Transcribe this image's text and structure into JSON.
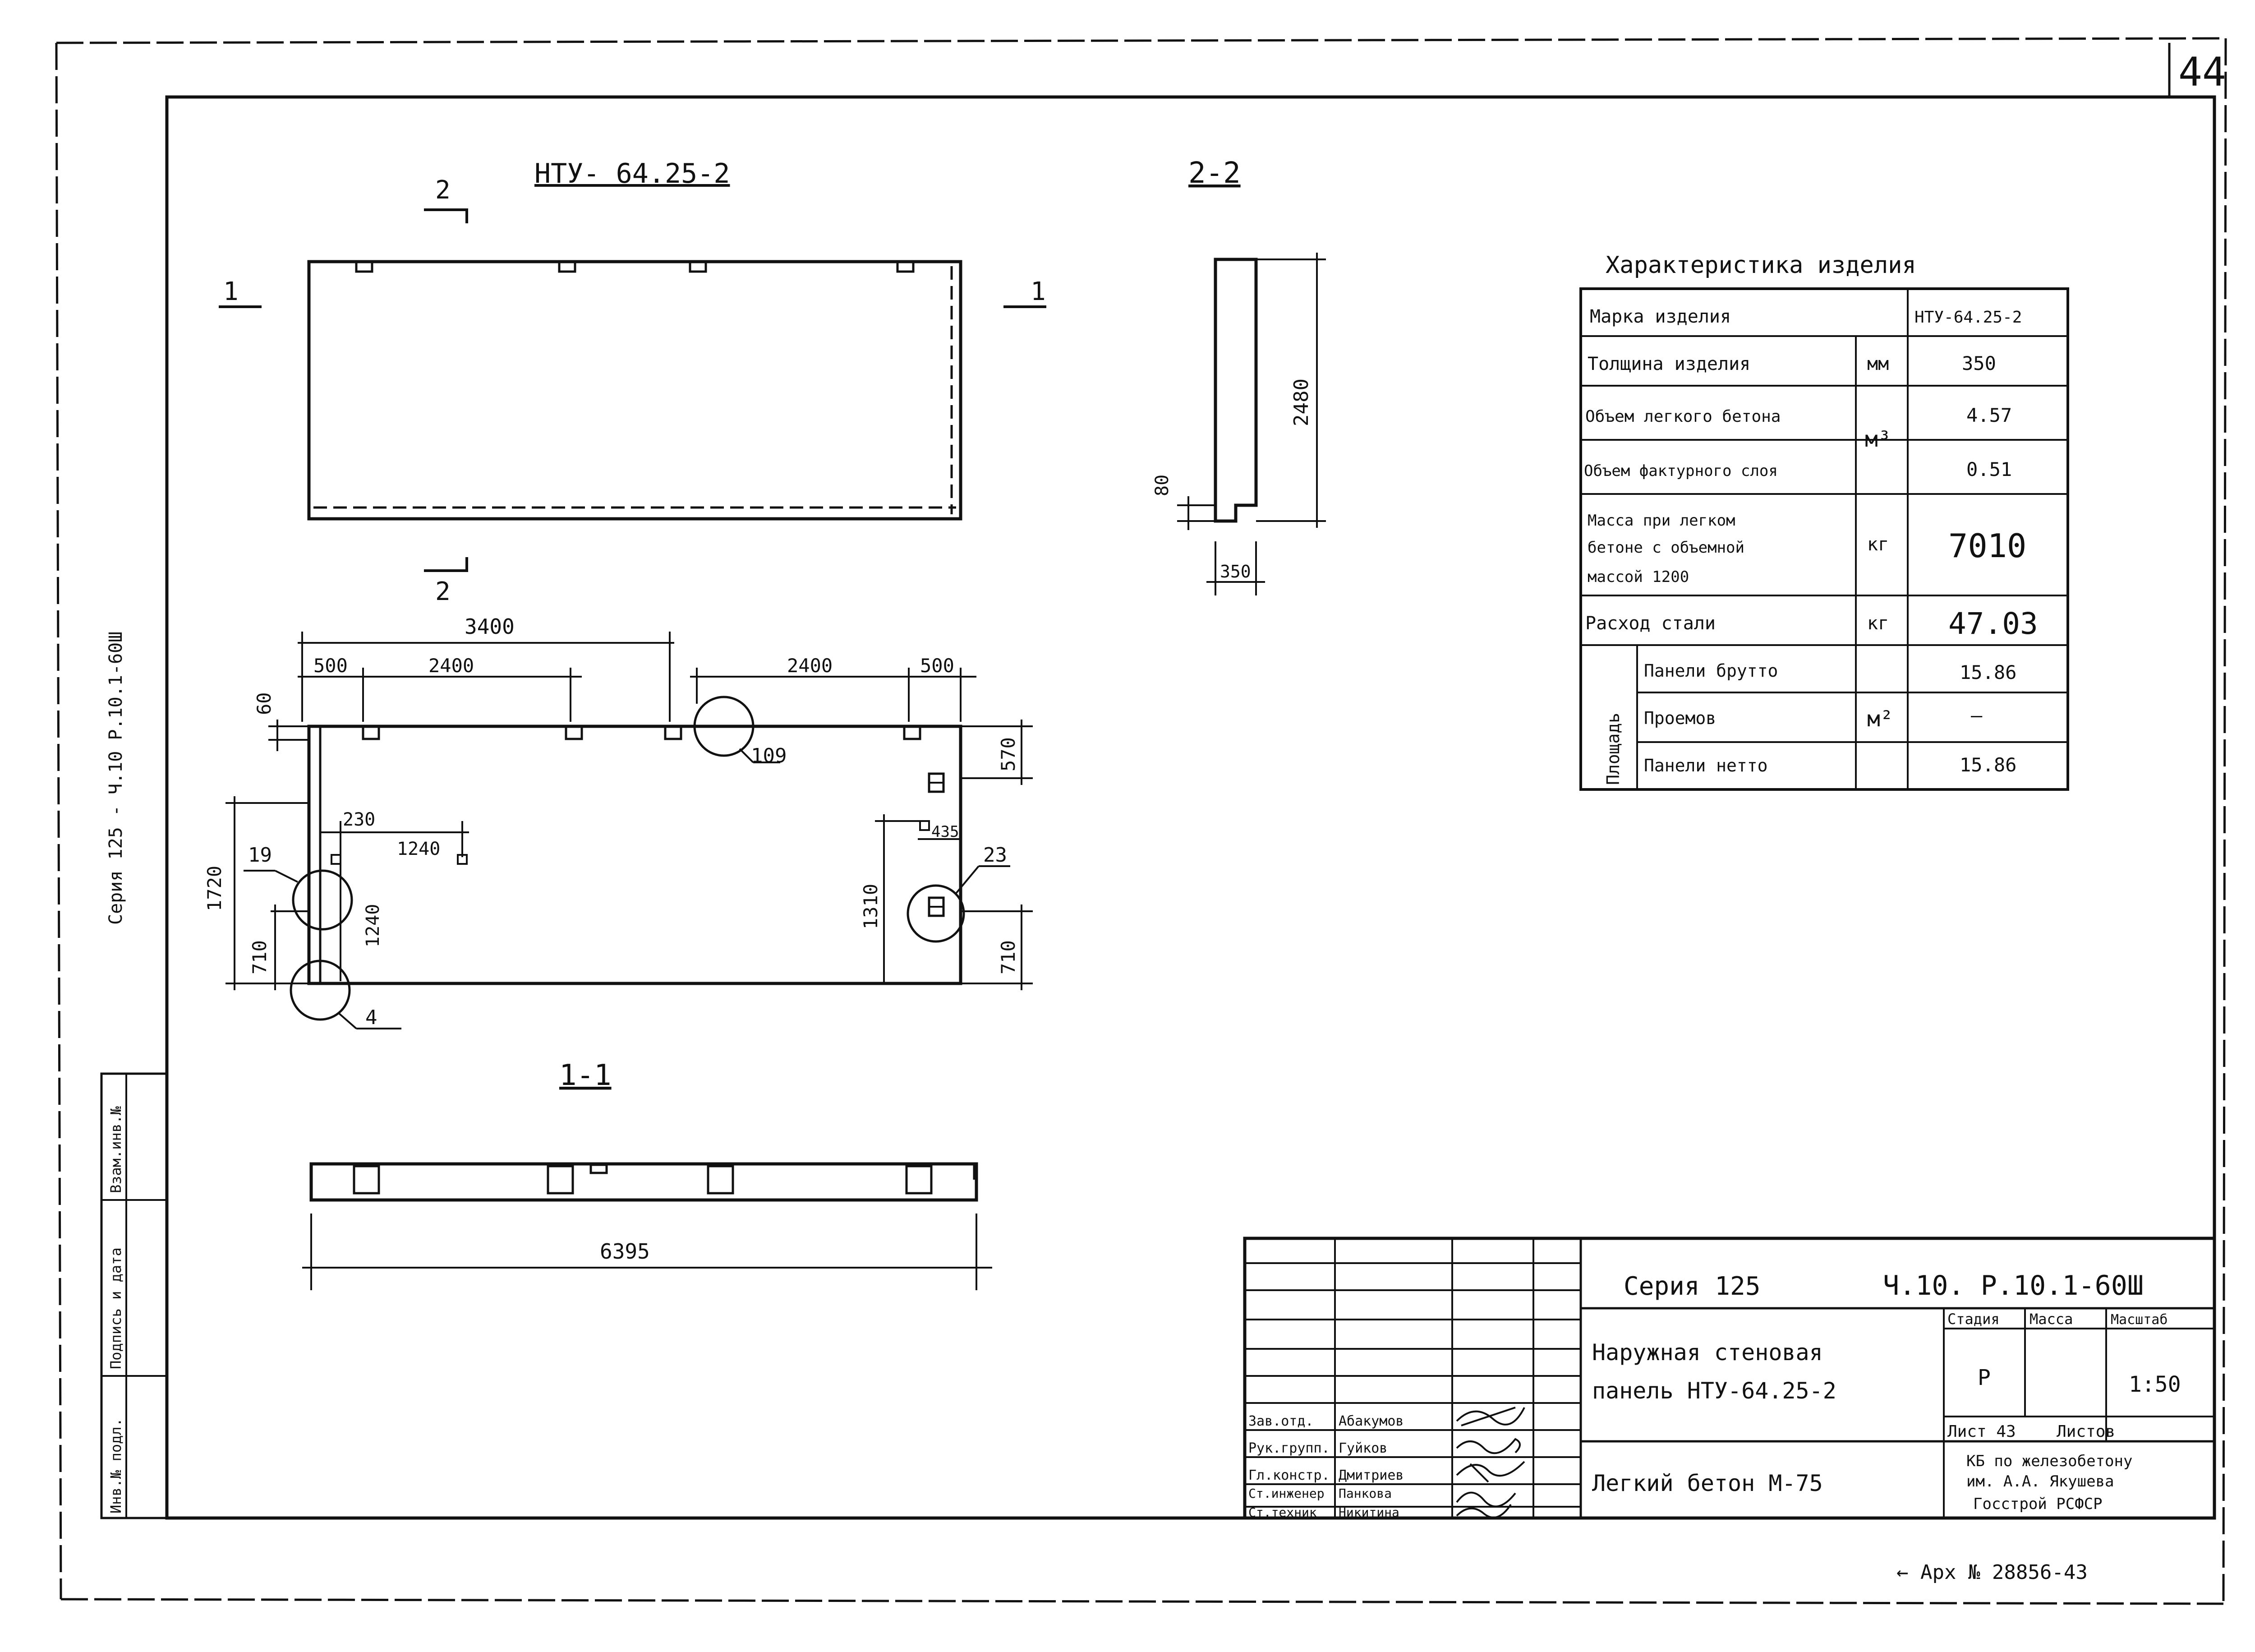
{
  "sheet": {
    "number": "44",
    "archive_note": "← Арх № 28856-43",
    "side_label": "Серия 125 - Ч.10 Р.10.1-60Ш",
    "left_stamp": [
      "Инв.№ подл.",
      "Подпись и дата",
      "Взам.инв.№"
    ]
  },
  "views": {
    "main_title": "НТУ- 64.25-2",
    "section_2_2": "2-2",
    "section_1_1": "1-1",
    "cut_mark_1": "1",
    "cut_mark_2": "2"
  },
  "dimensions": {
    "d3400": "3400",
    "d500_left": "500",
    "d2400_left": "2400",
    "d2400_right": "2400",
    "d500_right": "500",
    "d60": "60",
    "d570": "570",
    "d230": "230",
    "d1240_h": "1240",
    "d1240_v": "1240",
    "d1720": "1720",
    "d710_left": "710",
    "d1310": "1310",
    "d435": "435",
    "d710_right": "710",
    "d6395": "6395",
    "d2480": "2480",
    "d80": "80",
    "d350": "350"
  },
  "callouts": {
    "c19": "19",
    "c4": "4",
    "c23": "23",
    "c109": "109"
  },
  "characteristics": {
    "title": "Характеристика изделия",
    "rows": [
      {
        "label": "Марка изделия",
        "unit": "",
        "value": "НТУ-64.25-2"
      },
      {
        "label": "Толщина изделия",
        "unit": "мм",
        "value": "350"
      },
      {
        "label": "Объем легкого бетона",
        "unit": "м³",
        "value": "4.57"
      },
      {
        "label": "Объем фактурного слоя",
        "unit": "",
        "value": "0.51"
      },
      {
        "label": "Масса при легком бетоне с объемной массой 1200",
        "unit": "кг",
        "value": "7010"
      },
      {
        "label": "Расход стали",
        "unit": "кг",
        "value": "47.03"
      }
    ],
    "area_group_label": "Площадь",
    "area_unit": "м²",
    "area_rows": [
      {
        "label": "Панели брутто",
        "value": "15.86"
      },
      {
        "label": "Проемов",
        "value": "—"
      },
      {
        "label": "Панели нетто",
        "value": "15.86"
      }
    ]
  },
  "title_block": {
    "series": "Серия 125",
    "code": "Ч.10. Р.10.1-60Ш",
    "name_line1": "Наружная стеновая",
    "name_line2": "панель НТУ-64.25-2",
    "material": "Легкий бетон М-75",
    "stage_header": "Стадия",
    "mass_header": "Масса",
    "scale_header": "Масштаб",
    "stage_value": "Р",
    "scale_value": "1:50",
    "sheet_label": "Лист 43",
    "sheets_label": "Листов",
    "org_line1": "КБ по железобетону",
    "org_line2": "им. А.А. Якушева",
    "org_line3": "Госстрой РСФСР",
    "roles": [
      "Зав.отд.",
      "Рук.групп.",
      "Гл.констр.",
      "Ст.инженер",
      "Ст.техник"
    ],
    "names": [
      "Абакумов",
      "Гуйков",
      "Дмитриев",
      "Панкова",
      "Никитина"
    ]
  }
}
